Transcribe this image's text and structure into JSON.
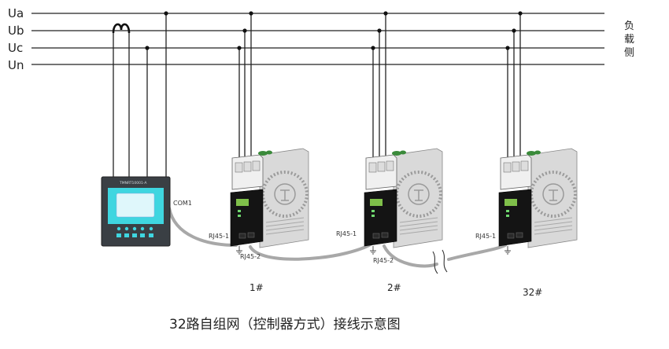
{
  "phases": [
    "Ua",
    "Ub",
    "Uc",
    "Un"
  ],
  "load_side": [
    "负",
    "载",
    "侧"
  ],
  "controller": {
    "screen_header": "TMNRT10001-A",
    "port_label": "COM1"
  },
  "ports": {
    "rj45_1": "RJ45-1",
    "rj45_2": "RJ45-2"
  },
  "units": [
    {
      "label": "1#"
    },
    {
      "label": "2#"
    },
    {
      "label": "32#"
    }
  ],
  "caption": "32路自组网（控制器方式）接线示意图",
  "colors": {
    "wire": "#222222",
    "cable": "#a8a8a8",
    "module_body": "#dcdcdc",
    "module_front": "#111111",
    "controller_bezel": "#3a3f44",
    "controller_screen": "#3fd6e0"
  }
}
